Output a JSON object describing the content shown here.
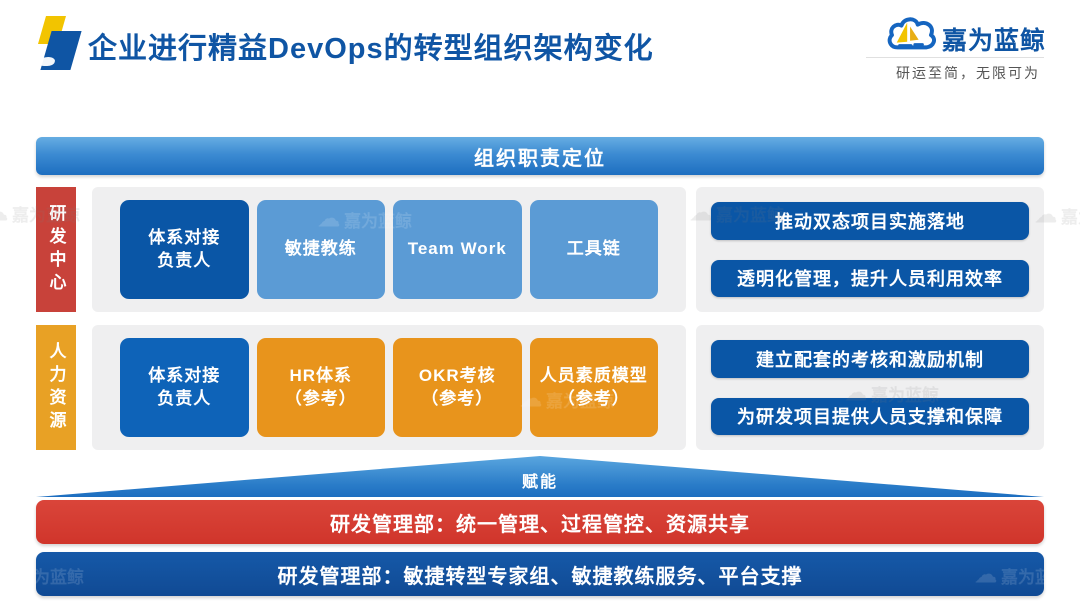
{
  "header": {
    "title": "企业进行精益DevOps的转型组织架构变化",
    "logo": {
      "name": "嘉为蓝鲸",
      "tagline": "研运至简，无限可为"
    }
  },
  "banner": {
    "label": "组织职责定位"
  },
  "rows": [
    {
      "group": "研发中心",
      "boxes": [
        {
          "label": "体系对接\n负责人"
        },
        {
          "label": "敏捷教练"
        },
        {
          "label": "Team Work"
        },
        {
          "label": "工具链"
        }
      ],
      "pills": [
        {
          "label": "推动双态项目实施落地"
        },
        {
          "label": "透明化管理，提升人员利用效率"
        }
      ]
    },
    {
      "group": "人力资源",
      "boxes": [
        {
          "label": "体系对接\n负责人"
        },
        {
          "label": "HR体系\n（参考）"
        },
        {
          "label": "OKR考核\n（参考）"
        },
        {
          "label": "人员素质模型\n（参考）"
        }
      ],
      "pills": [
        {
          "label": "建立配套的考核和激励机制"
        },
        {
          "label": "为研发项目提供人员支撑和保障"
        }
      ]
    }
  ],
  "arrow": {
    "label": "赋能"
  },
  "banners": {
    "red": "研发管理部：统一管理、过程管控、资源共享",
    "navy": "研发管理部：敏捷转型专家组、敏捷教练服务、平台支撑"
  },
  "watermark": {
    "text": "嘉为蓝鲸",
    "cloud": "☁"
  },
  "colors": {
    "title_blue": "#0f55a4",
    "deep_blue": "#0a56a6",
    "mid_blue": "#5b9bd5",
    "orange_box": "#e8941c",
    "label_red": "#c8423a",
    "label_orange": "#e8a125",
    "banner_red": "#d0352b",
    "banner_navy": "#104a94",
    "panel_gray": "#efeff0",
    "accent_yellow": "#f2c400"
  }
}
